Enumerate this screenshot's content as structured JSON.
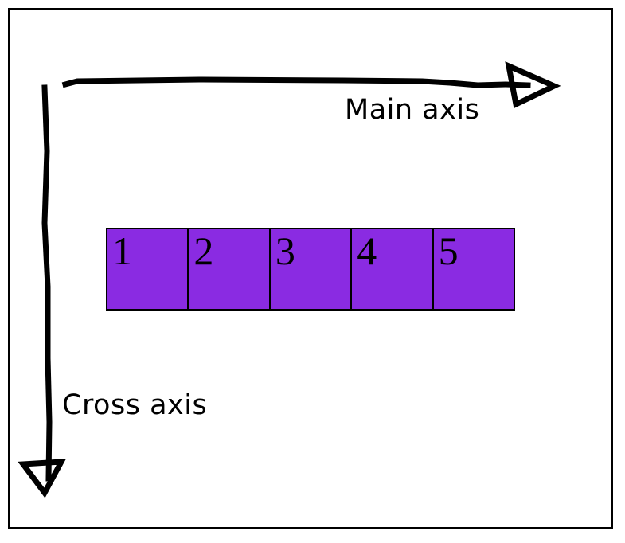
{
  "labels": {
    "main_axis": "Main axis",
    "cross_axis": "Cross axis"
  },
  "flex_items": [
    "1",
    "2",
    "3",
    "4",
    "5"
  ],
  "colors": {
    "background": "#FFFFFF",
    "frame_border": "#000000",
    "item_fill": "#8A2BE2",
    "item_border": "#000000",
    "arrow": "#000000"
  }
}
